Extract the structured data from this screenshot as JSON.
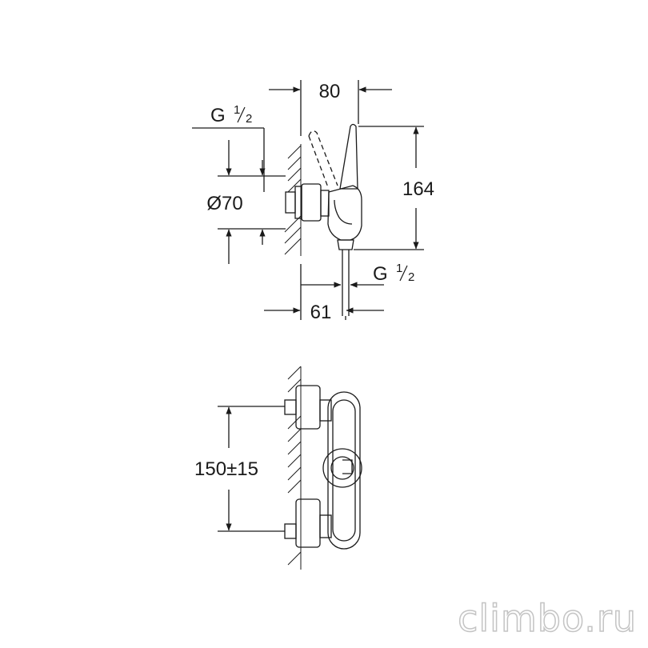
{
  "dimensions": {
    "width_top": "80",
    "height_handle": "164",
    "diameter": "Ø70",
    "projection": "61",
    "center_distance": "150±15",
    "thread_inlet": {
      "letter": "G",
      "num": "1",
      "den": "2"
    },
    "thread_outlet": {
      "letter": "G",
      "num": "1",
      "den": "2"
    }
  },
  "watermark": "climbo.ru"
}
